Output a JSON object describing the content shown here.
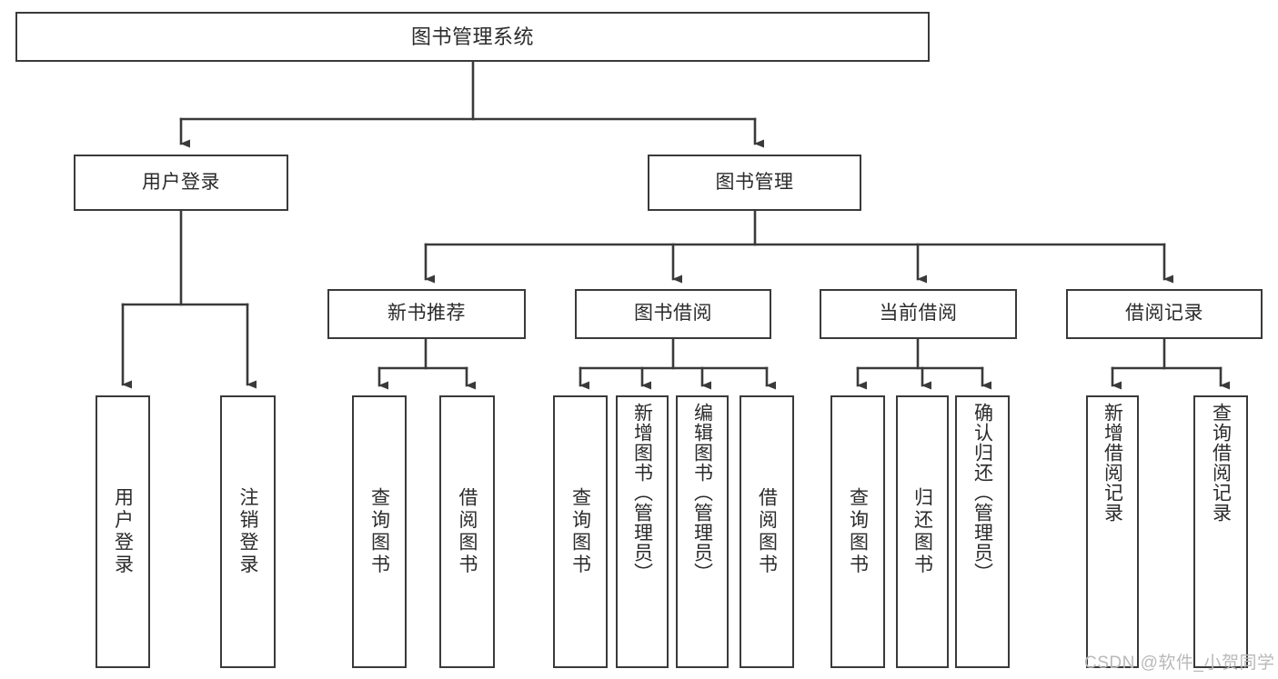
{
  "diagram": {
    "title": "图书管理系统",
    "type": "hierarchical-tree",
    "colors": {
      "box_border": "#3a3a3a",
      "box_fill": "#ffffff",
      "connector": "#3a3a3a",
      "text": "#2b2b2b",
      "watermark": "#b9b9b9",
      "background": "#ffffff"
    },
    "root": {
      "label": "图书管理系统"
    },
    "level2": [
      {
        "label": "用户登录"
      },
      {
        "label": "图书管理"
      }
    ],
    "level3": [
      {
        "label": "新书推荐"
      },
      {
        "label": "图书借阅"
      },
      {
        "label": "当前借阅"
      },
      {
        "label": "借阅记录"
      }
    ],
    "leaves": {
      "user_login": [
        {
          "label": "用户登录"
        },
        {
          "label": "注销登录"
        }
      ],
      "new_book_recommend": [
        {
          "label": "查询图书"
        },
        {
          "label": "借阅图书"
        }
      ],
      "book_borrow": [
        {
          "label": "查询图书"
        },
        {
          "label": "新增图书（管理员）"
        },
        {
          "label": "编辑图书（管理员）"
        },
        {
          "label": "借阅图书"
        }
      ],
      "current_borrow": [
        {
          "label": "查询图书"
        },
        {
          "label": "归还图书"
        },
        {
          "label": "确认归还（管理员）"
        }
      ],
      "borrow_record": [
        {
          "label": "新增借阅记录"
        },
        {
          "label": "查询借阅记录"
        }
      ]
    },
    "watermark": "CSDN @软件_小贺同学"
  }
}
